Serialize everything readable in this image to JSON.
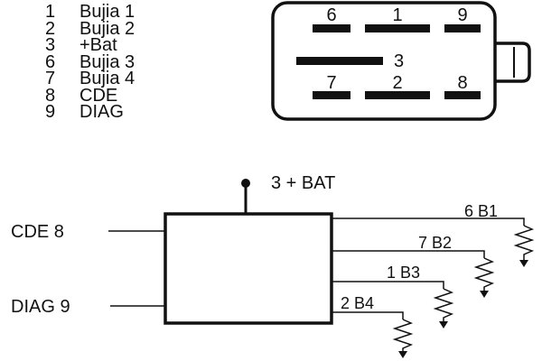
{
  "pinout": [
    {
      "num": "1",
      "label": "Bujia 1"
    },
    {
      "num": "2",
      "label": "Bujia 2"
    },
    {
      "num": "3",
      "label": "+Bat"
    },
    {
      "num": "6",
      "label": "Bujia 3"
    },
    {
      "num": "7",
      "label": "Bujia 4"
    },
    {
      "num": "8",
      "label": "CDE"
    },
    {
      "num": "9",
      "label": "DIAG"
    }
  ],
  "connector": {
    "top_pins": [
      "6",
      "1",
      "9"
    ],
    "middle_pin": "3",
    "bottom_pins": [
      "7",
      "2",
      "8"
    ]
  },
  "schematic": {
    "power_label": "3 + BAT",
    "input_cde": "CDE 8",
    "input_diag": "DIAG 9",
    "outputs": [
      "6 B1",
      "7 B2",
      "1 B3",
      "2 B4"
    ]
  }
}
